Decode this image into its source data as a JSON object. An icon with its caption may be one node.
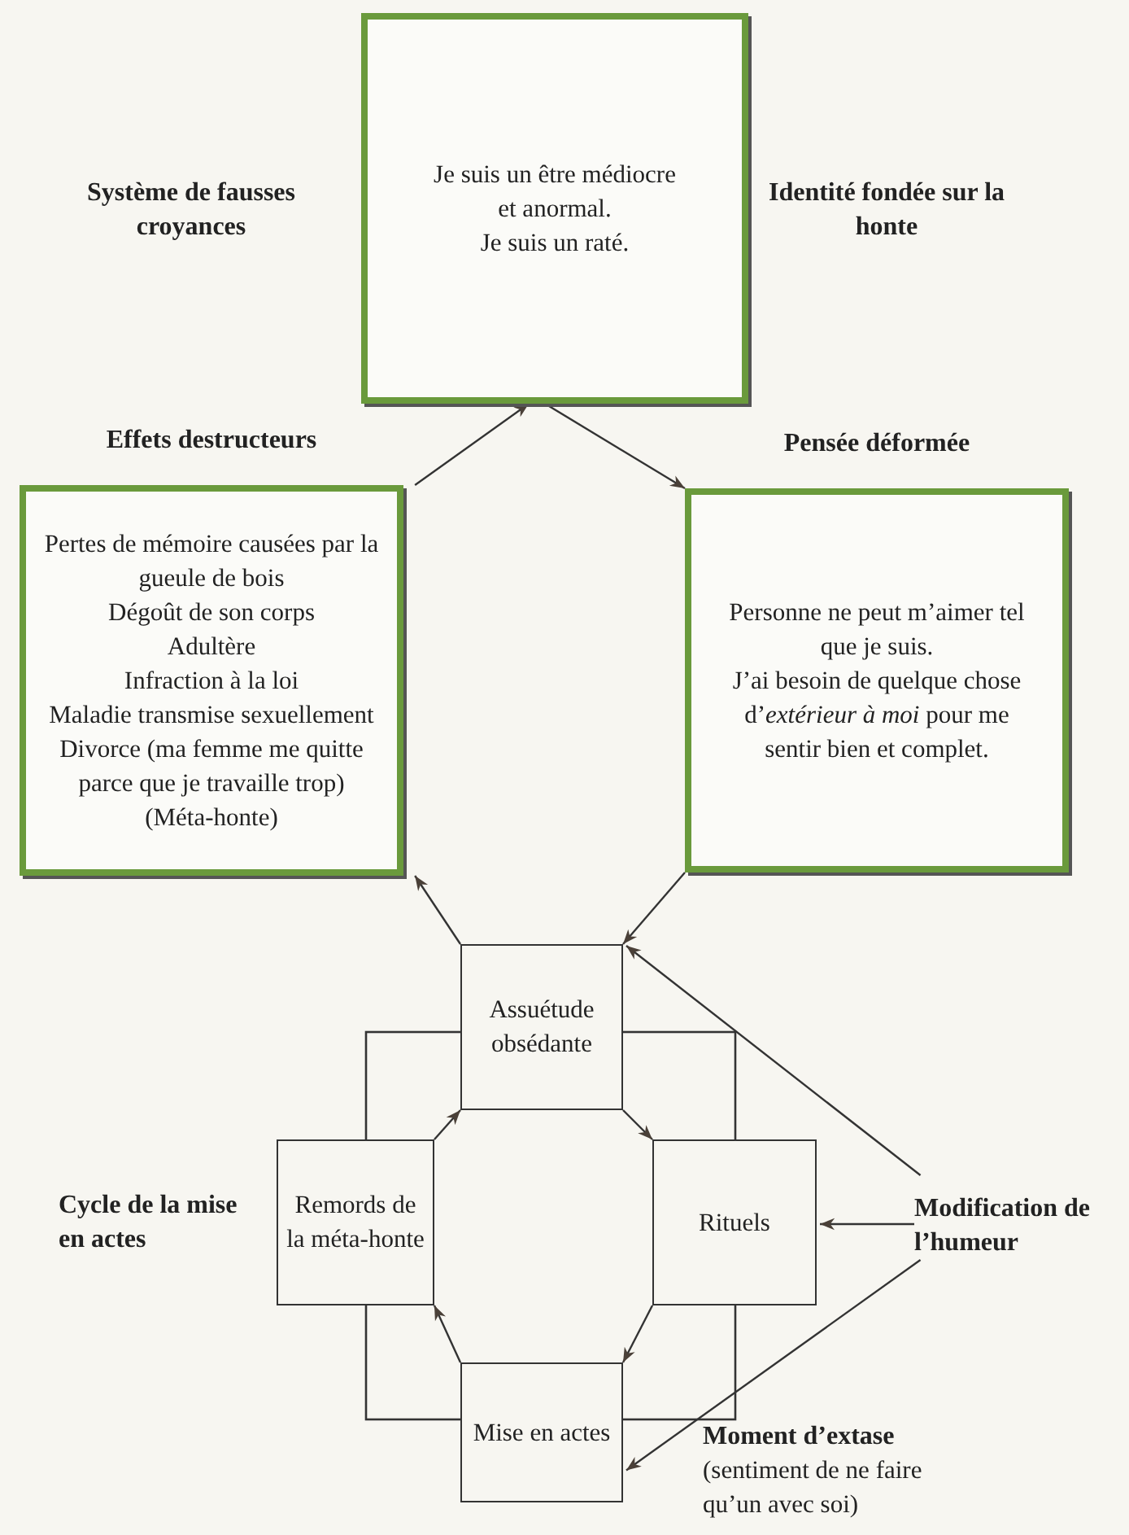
{
  "diagram": {
    "nodes": [
      {
        "text": [
          "Je suis un être médiocre et anormal.",
          "Je suis un raté."
        ],
        "beside": [
          "Système de fausses croyances",
          "Identité fondée sur la honte"
        ]
      },
      {
        "text": [
          "Effets destructeurs",
          "Pertes de mémoire causées par la gueule de bois",
          "Dégoût de son corps",
          "Adultère",
          "Infraction à la loi",
          "Maladie transmise sexuellement",
          "Divorce (ma femme me quitte parce que je travaille trop)",
          "(Méta-honte)"
        ]
      },
      {
        "text": [
          "Pensée déformée",
          "Personne ne peut m’aimer tel que je suis.",
          "J’ai besoin de quelque chose d’*extérieur à moi* pour me sentir bien et complet."
        ]
      },
      {
        "text": [
          "Assuétude obsédante"
        ]
      },
      {
        "text": [
          "Remords de la méta-honte"
        ]
      },
      {
        "text": [
          "Rituels"
        ]
      },
      {
        "text": [
          "Mise en actes"
        ]
      },
      {
        "text": [
          "Modification de l’humeur"
        ]
      }
    ],
    "edges": [
      {
        "from": 1,
        "to": 0,
        "arrow": "to"
      },
      {
        "from": 0,
        "to": 2,
        "arrow": "to"
      },
      {
        "from": 2,
        "to": 3,
        "arrow": "to"
      },
      {
        "from": 3,
        "to": 1,
        "arrow": "to"
      },
      {
        "from": 3,
        "to": 5,
        "arrow": "to"
      },
      {
        "from": 5,
        "to": 6,
        "arrow": "to"
      },
      {
        "from": 6,
        "to": 4,
        "arrow": "to"
      },
      {
        "from": 4,
        "to": 3,
        "arrow": "to"
      },
      {
        "from": 7,
        "to": 3,
        "arrow": "to"
      },
      {
        "from": 7,
        "to": 5,
        "arrow": "to"
      },
      {
        "from": 7,
        "to": 6,
        "arrow": "to"
      }
    ],
    "labels": [
      "Cycle de la mise en actes",
      "Moment d’extase",
      "(sentiment de ne faire qu’un avec soi)"
    ]
  }
}
